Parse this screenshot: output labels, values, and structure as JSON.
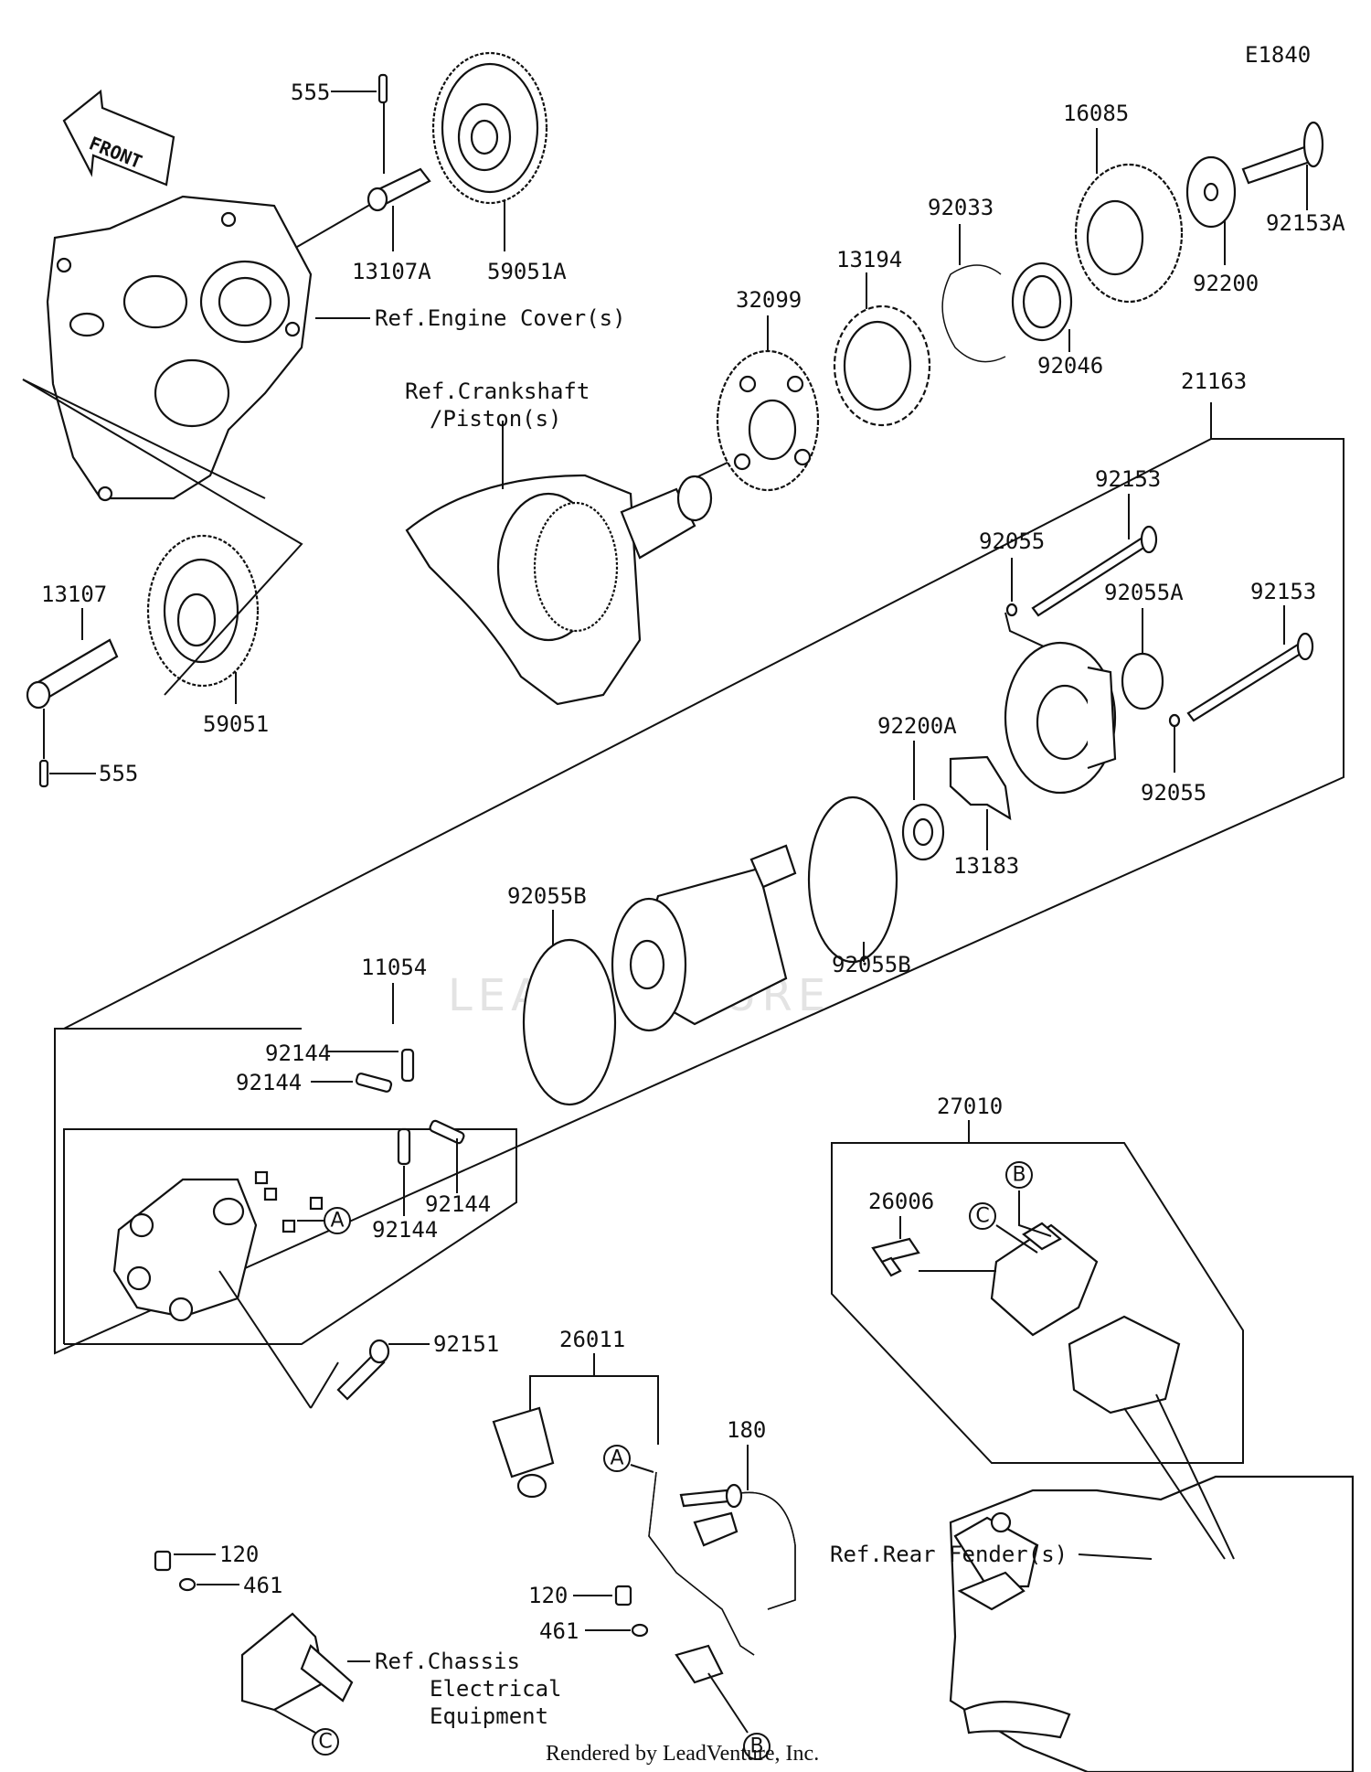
{
  "diagram_code": "E1840",
  "front_arrow_label": "FRONT",
  "watermark": "LEADVENTURE",
  "credit": "Rendered by LeadVenture, Inc.",
  "parts": {
    "p555_top": "555",
    "p13107A": "13107A",
    "p59051A": "59051A",
    "ref_engine_cover": "Ref.Engine Cover(s)",
    "ref_crankshaft_1": "Ref.Crankshaft",
    "ref_crankshaft_2": "/Piston(s)",
    "p32099": "32099",
    "p13194": "13194",
    "p92033": "92033",
    "p92046": "92046",
    "p16085": "16085",
    "p92200": "92200",
    "p92153A": "92153A",
    "p21163": "21163",
    "p92153_a": "92153",
    "p92055_a": "92055",
    "p92055A": "92055A",
    "p92153_b": "92153",
    "p92200A": "92200A",
    "p92055_b": "92055",
    "p13183": "13183",
    "p13107": "13107",
    "p555_bottom": "555",
    "p59051": "59051",
    "p92055B_left": "92055B",
    "p92055B_right": "92055B",
    "p11054": "11054",
    "p92144_a": "92144",
    "p92144_b": "92144",
    "p92144_c": "92144",
    "p92144_d": "92144",
    "p92151": "92151",
    "p26011": "26011",
    "p180": "180",
    "p120_left": "120",
    "p461_left": "461",
    "p120_right": "120",
    "p461_right": "461",
    "ref_chassis_1": "Ref.Chassis",
    "ref_chassis_2": "Electrical",
    "ref_chassis_3": "Equipment",
    "p27010": "27010",
    "p26006": "26006",
    "ref_rear_fender": "Ref.Rear Fender(s)"
  },
  "callouts": {
    "a1": "A",
    "a2": "A",
    "b1": "B",
    "b2": "B",
    "c1": "C",
    "c2": "C"
  }
}
